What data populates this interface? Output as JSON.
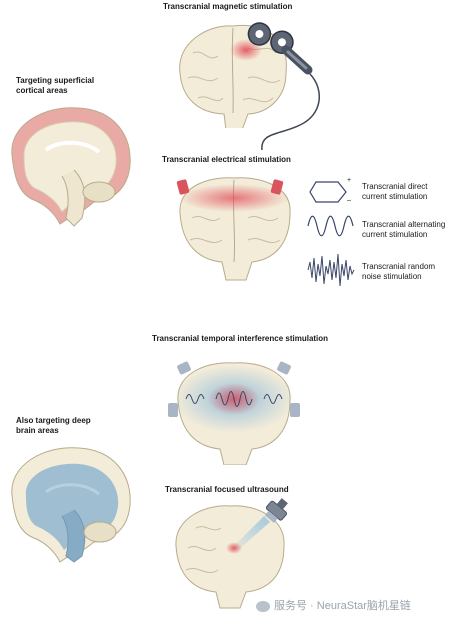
{
  "titles": {
    "tms": "Transcranial magnetic stimulation",
    "tes": "Transcranial electrical stimulation",
    "tis": "Transcranial temporal interference stimulation",
    "tfus": "Transcranial focused ultrasound"
  },
  "side_labels": {
    "superficial_line1": "Targeting superficial",
    "superficial_line2": "cortical areas",
    "deep_line1": "Also targeting deep",
    "deep_line2": "brain areas"
  },
  "legend": {
    "dc_line1": "Transcranial direct",
    "dc_line2": "current stimulation",
    "ac_line1": "Transcranial alternating",
    "ac_line2": "current stimulation",
    "rn_line1": "Transcranial random",
    "rn_line2": "noise stimulation",
    "plus": "+",
    "minus": "–"
  },
  "watermark": "服务号 · NeuraStar脑机星链",
  "colors": {
    "brain_fill": "#f3ecd9",
    "brain_line": "#b8ab8c",
    "cortex_red": "#e8a6a2",
    "deep_blue": "#8fb6cf",
    "wave": "#3a4566"
  }
}
